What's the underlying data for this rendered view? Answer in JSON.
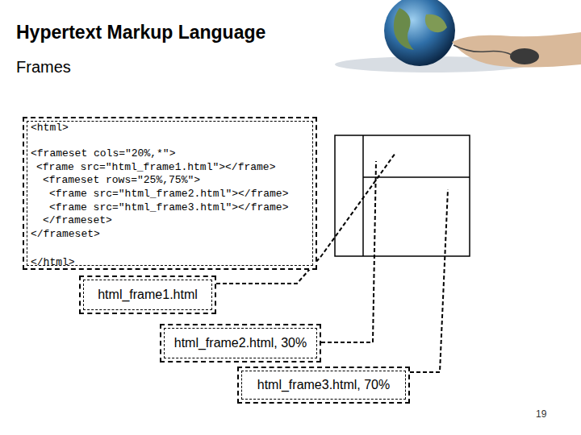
{
  "diagram": {
    "title": "Hypertext Markup Language",
    "nodes": [
      {
        "text": [
          "<html>",
          "<frameset cols=\"20%,*\">",
          "<frame src=\"html_frame1.html\"></frame>",
          "<frameset rows=\"25%,75%\">",
          "<frame src=\"html_frame2.html\"></frame>",
          "<frame src=\"html_frame3.html\"></frame>",
          "</frameset>",
          "</frameset>",
          "</html>"
        ]
      },
      {
        "text": [
          "html_frame1.html"
        ]
      },
      {
        "text": [
          "html_frame2.html, 30%"
        ]
      },
      {
        "text": [
          "html_frame3.html, 70%"
        ]
      }
    ],
    "labels": [
      "Frames",
      "19"
    ]
  }
}
